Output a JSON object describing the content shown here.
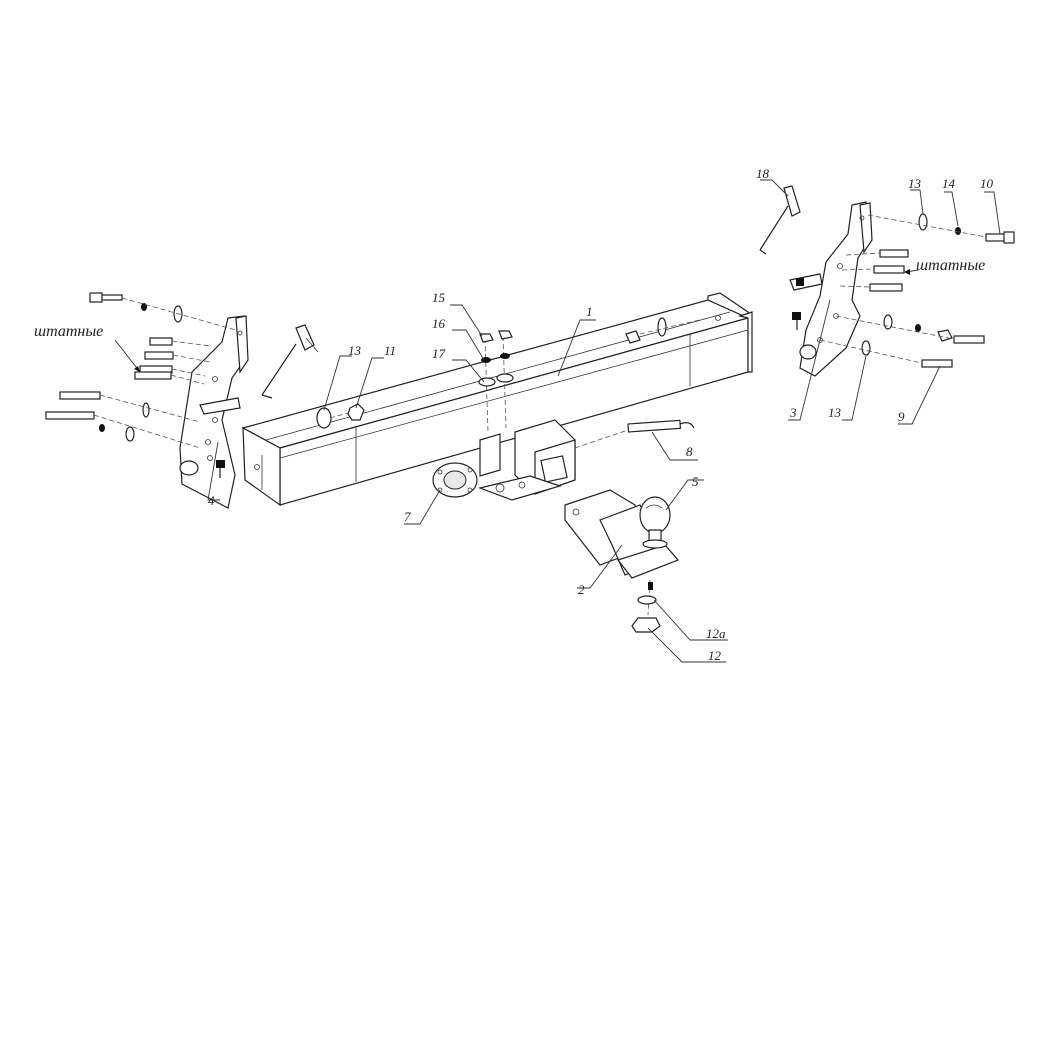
{
  "labels": {
    "p1": "1",
    "p2": "2",
    "p3": "3",
    "p4": "4",
    "p5": "5",
    "p7": "7",
    "p8": "8",
    "p9": "9",
    "p10": "10",
    "p11": "11",
    "p12": "12",
    "p12a": "12a",
    "p13_left": "13",
    "p13_right_top": "13",
    "p13_right_bottom": "13",
    "p14": "14",
    "p15": "15",
    "p16": "16",
    "p17": "17",
    "p18": "18",
    "stock_left": "штатные",
    "stock_right": "штатные"
  }
}
